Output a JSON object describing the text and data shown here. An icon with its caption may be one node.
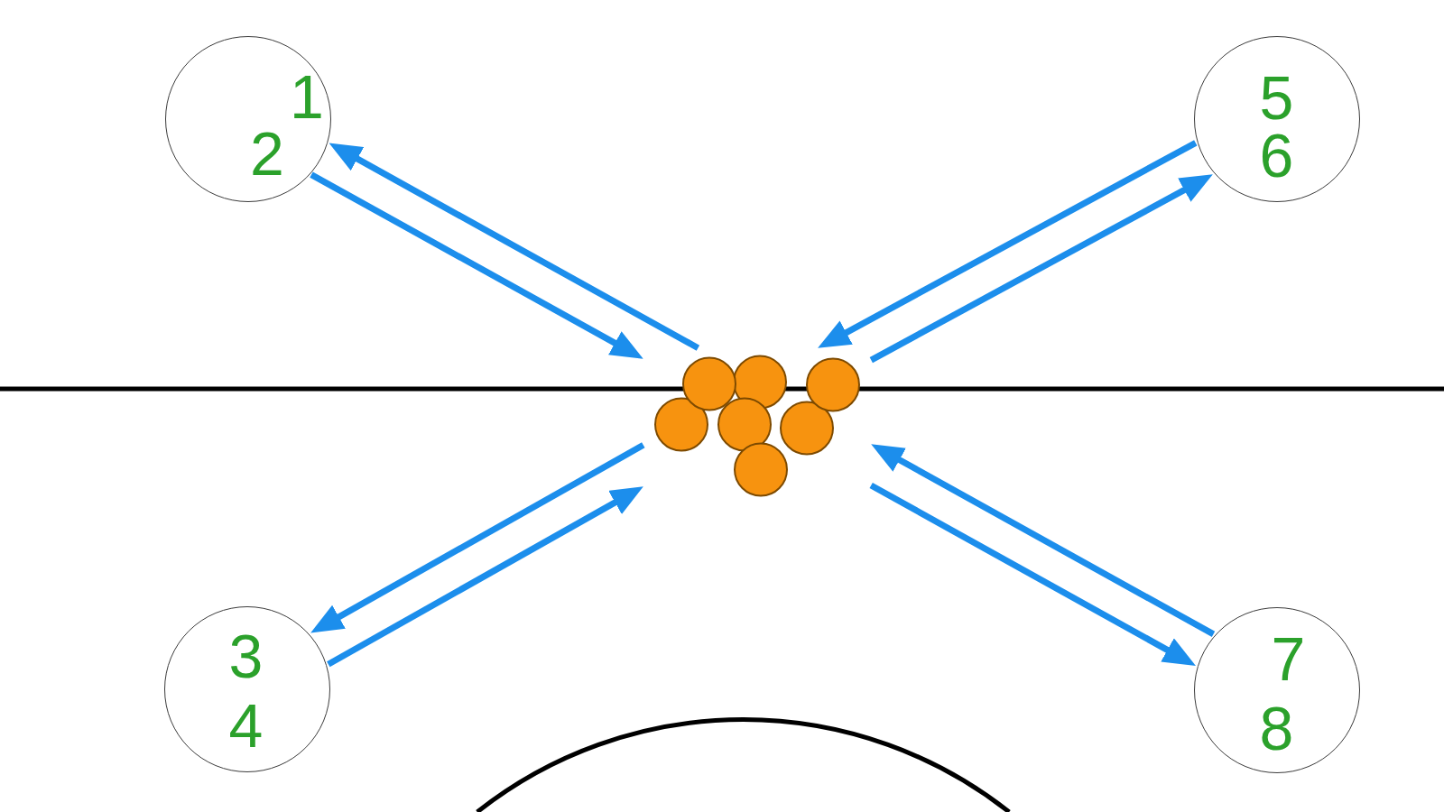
{
  "diagram": {
    "nodes": [
      {
        "text": [
          "1",
          "2"
        ]
      },
      {
        "text": [
          "5",
          "6"
        ]
      },
      {
        "text": [],
        "shape": "cluster"
      },
      {
        "text": [
          "3",
          "4"
        ]
      },
      {
        "text": [
          "7",
          "8"
        ]
      }
    ],
    "edges": [
      {
        "from": 0,
        "to": 2,
        "arrow": "to"
      },
      {
        "from": 2,
        "to": 0,
        "arrow": "to"
      },
      {
        "from": 1,
        "to": 2,
        "arrow": "to"
      },
      {
        "from": 2,
        "to": 1,
        "arrow": "to"
      },
      {
        "from": 2,
        "to": 3,
        "arrow": "to"
      },
      {
        "from": 3,
        "to": 2,
        "arrow": "to"
      },
      {
        "from": 4,
        "to": 2,
        "arrow": "to"
      },
      {
        "from": 2,
        "to": 4,
        "arrow": "to"
      }
    ]
  }
}
